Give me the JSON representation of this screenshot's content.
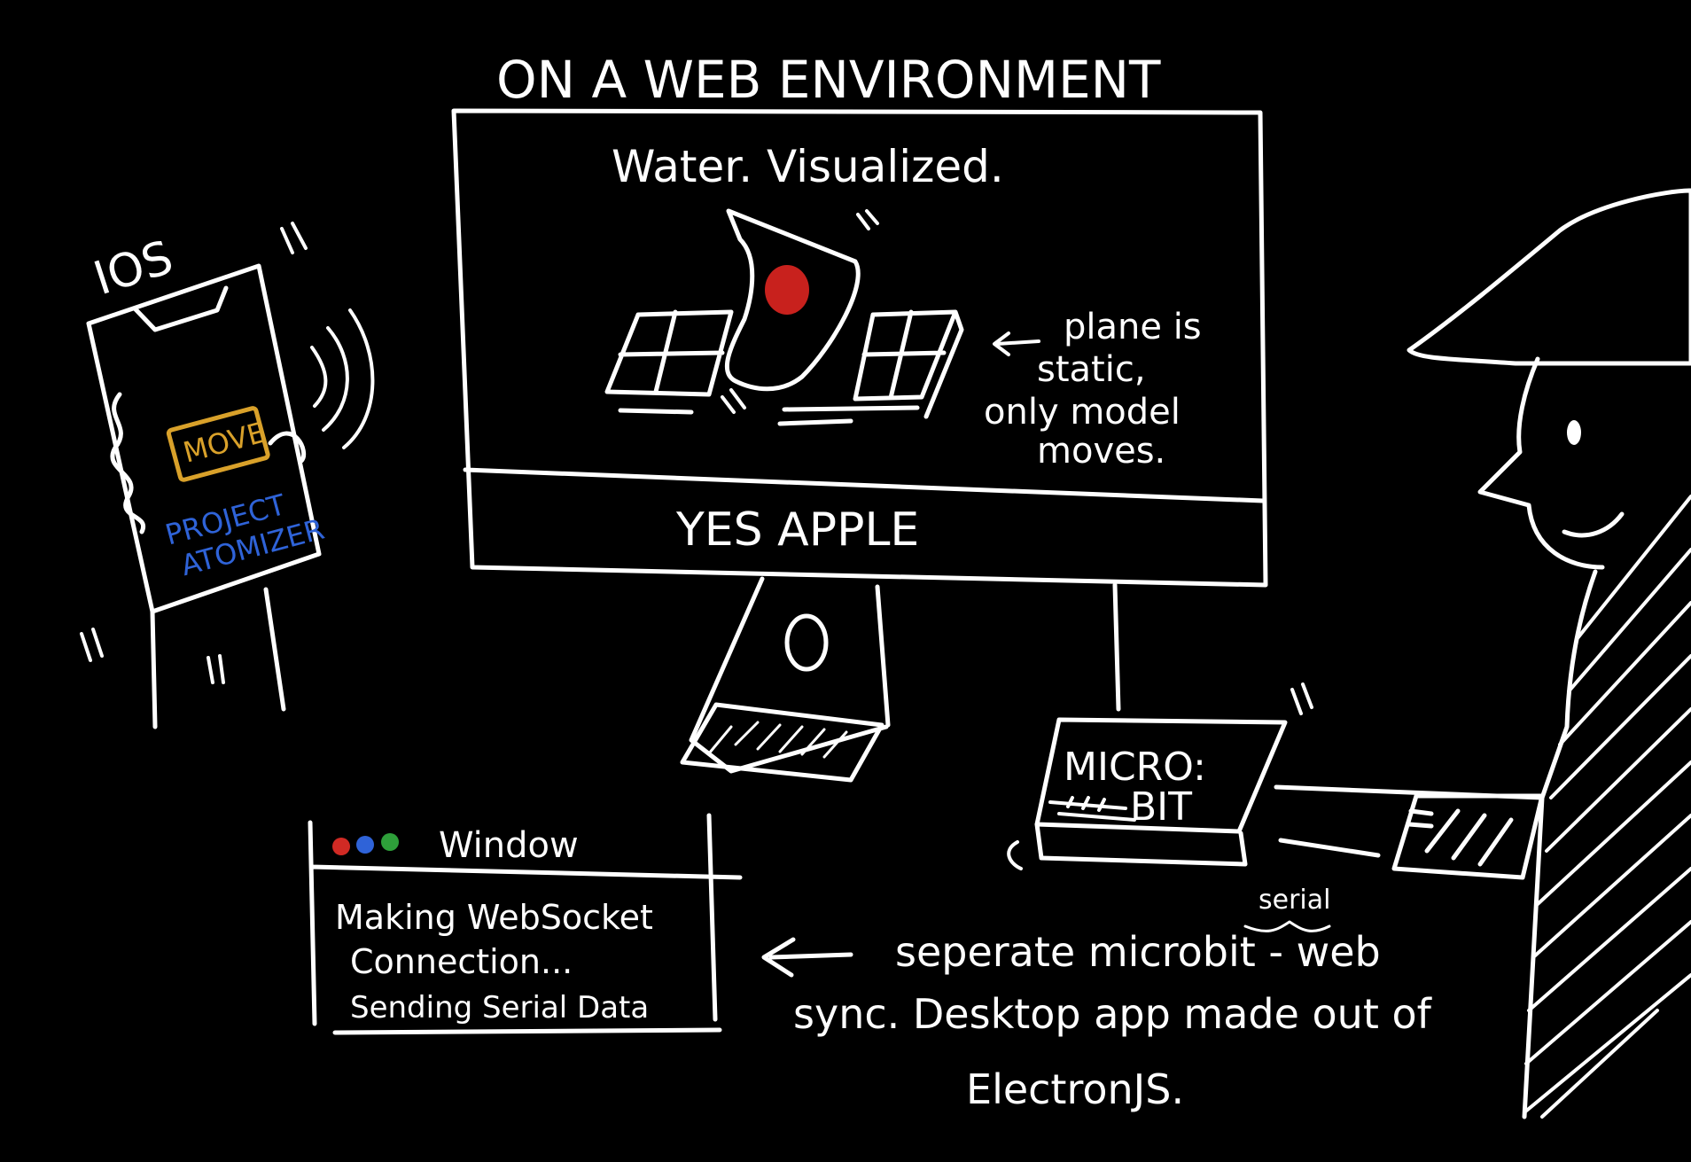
{
  "heading": "ON A WEB ENVIRONMENT",
  "monitor": {
    "screen_title": "Water. Visualized.",
    "annotation": [
      "plane is",
      "static,",
      "only model",
      "moves."
    ],
    "chin_label": "YES APPLE"
  },
  "phone": {
    "platform_label": "IOS",
    "move_label": "MOVE",
    "app_name": [
      "PROJECT",
      "ATOMIZER"
    ]
  },
  "microbit": {
    "label": [
      "MICRO:",
      "BIT"
    ],
    "connection_label": "serial"
  },
  "window": {
    "title": "Window",
    "lines": [
      "Making WebSocket",
      "Connection...",
      "Sending Serial Data"
    ]
  },
  "note": [
    "seperate microbit - web",
    "sync. Desktop app made out of",
    "ElectronJS."
  ],
  "colors": {
    "background": "#000000",
    "ink": "#ffffff",
    "model_outline": "#2f63d8",
    "model_core": "#c8211d",
    "move_badge": "#d9a12a",
    "app_name": "#2f63d8",
    "dot_red": "#d12a24",
    "dot_blue": "#2f63d8",
    "dot_green": "#2e9f3a"
  }
}
